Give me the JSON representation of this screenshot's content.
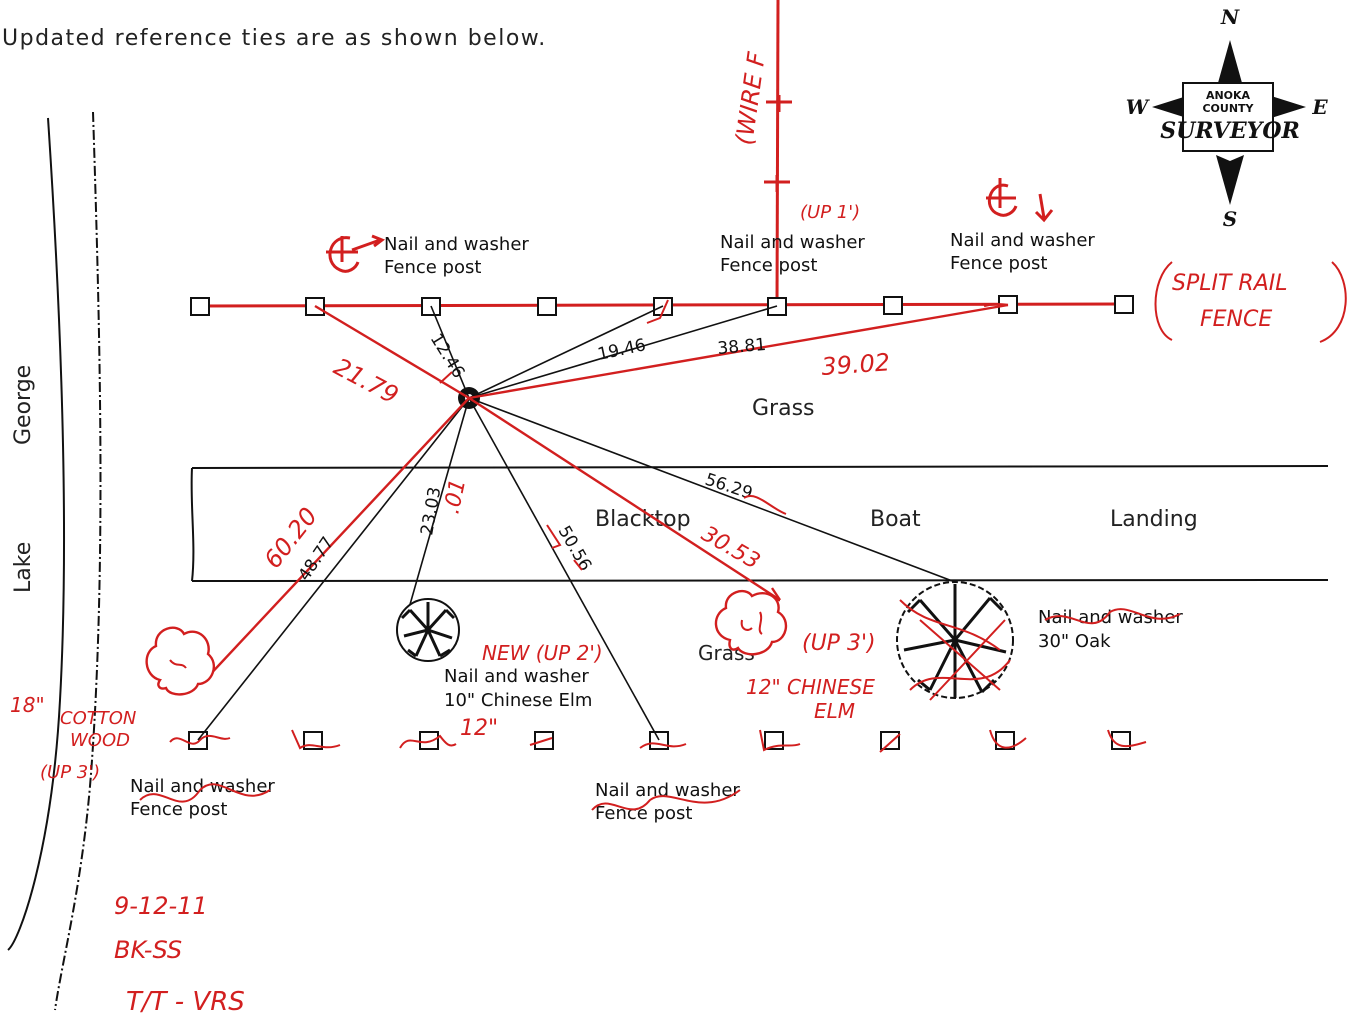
{
  "header_note": "Updated reference ties are as shown below.",
  "compass": {
    "n": "N",
    "s": "S",
    "e": "E",
    "w": "W",
    "badge_line1": "ANOKA",
    "badge_line2": "COUNTY",
    "badge_line3": "SURVEYOR"
  },
  "lake": {
    "word1": "Lake",
    "word2": "George"
  },
  "areas": {
    "grass_top": "Grass",
    "grass_bottom": "Grass"
  },
  "road": {
    "word1": "Blacktop",
    "word2": "Boat",
    "word3": "Landing"
  },
  "labels": {
    "top_left_line1": "Nail and washer",
    "top_left_line2": "Fence post",
    "top_mid_line1": "Nail and washer",
    "top_mid_line2": "Fence post",
    "top_right_line1": "Nail and washer",
    "top_right_line2": "Fence post",
    "elm_line1": "Nail and washer",
    "elm_line2": "10\" Chinese Elm",
    "oak_line1": "Nail and washer",
    "oak_line2": "30\" Oak",
    "bottom_left_line1": "Nail and washer",
    "bottom_left_line2": "Fence post",
    "bottom_mid_line1": "Nail and washer",
    "bottom_mid_line2": "Fence post"
  },
  "distances": {
    "d1246": "12.46",
    "d1946": "19.46",
    "d3881": "38.81",
    "d5629": "56.29",
    "d2303": "23.03",
    "d4877": "48.77",
    "d5056": "50.56"
  },
  "annotations": {
    "wire_fence": "(WIRE F",
    "up1": "(UP 1')",
    "split_rail_1": "SPLIT RAIL",
    "split_rail_2": "FENCE",
    "r2179": "21.79",
    "r3902": "39.02",
    "r6020": "60.20",
    "r01": ".01",
    "r3053": "30.53",
    "new_up2": "NEW (UP 2')",
    "twelve_in": "12\"",
    "up3_elm": "(UP 3')",
    "chinese_elm_1": "12\" CHINESE",
    "chinese_elm_2": "ELM",
    "cottonwood_1": "18\"",
    "cottonwood_2": "COTTON",
    "cottonwood_3": "WOOD",
    "cottonwood_4": "(UP 3')",
    "date": "9-12-11",
    "crew": "BK-SS",
    "method": "T/T - VRS"
  }
}
